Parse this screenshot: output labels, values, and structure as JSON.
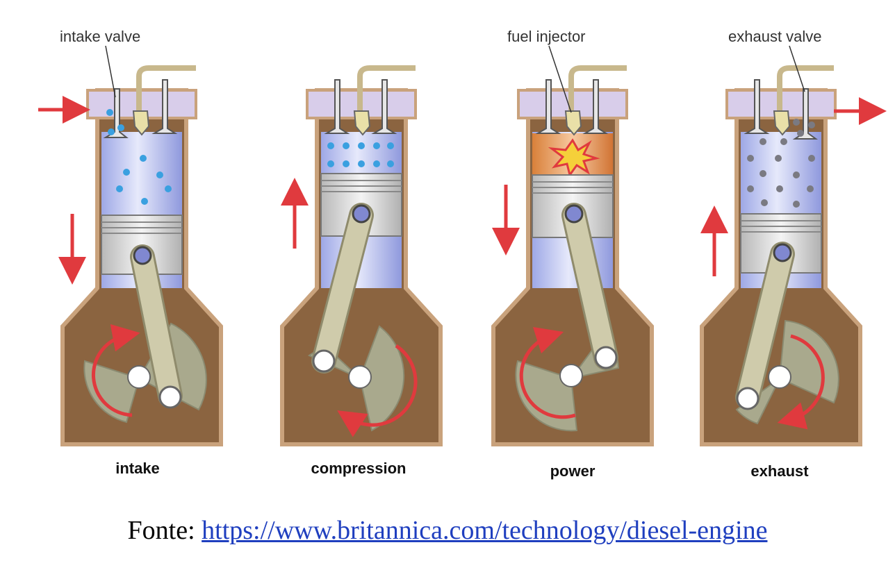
{
  "callouts": {
    "intake_valve": "intake valve",
    "fuel_injector": "fuel injector",
    "exhaust_valve": "exhaust valve"
  },
  "strokes": [
    {
      "label": "intake"
    },
    {
      "label": "compression"
    },
    {
      "label": "power"
    },
    {
      "label": "exhaust"
    }
  ],
  "source": {
    "prefix": "Fonte:",
    "link_text": "https://www.britannica.com/technology/diesel-engine"
  },
  "colors": {
    "crankcase": "#8b6440",
    "crankcase_edge": "#c9a27c",
    "cylinder_wall": "#e8c8a8",
    "chamber": "#b8c2ef",
    "head_band": "#d8cdea",
    "piston": "#dcdcdc",
    "rod": "#cfcbab",
    "crank_web": "#a9a98d",
    "arrow": "#e03a3e",
    "intake_particle": "#3aa0e0",
    "exhaust_particle": "#7a7a82",
    "combustion": "#e8903c",
    "link": "#1f3fbf"
  },
  "icons": [
    "motion-arrow-icon",
    "rotation-arrow-icon",
    "combustion-burst-icon"
  ]
}
